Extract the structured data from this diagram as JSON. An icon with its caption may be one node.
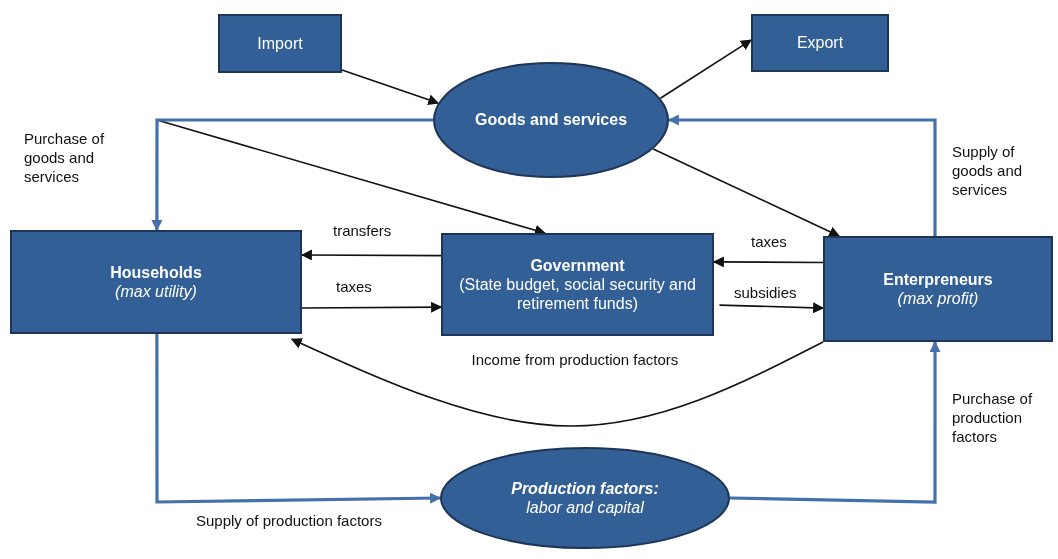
{
  "diagram": {
    "nodes": [
      {
        "text": [
          "Import"
        ]
      },
      {
        "text": [
          "Export"
        ]
      },
      {
        "text": [
          "Goods and services"
        ]
      },
      {
        "text": [
          "Households",
          "(max utility)"
        ]
      },
      {
        "text": [
          "Government",
          "(State budget, social security and retirement funds)"
        ]
      },
      {
        "text": [
          "Enterpreneurs",
          "(max profit)"
        ]
      },
      {
        "text": [
          "Production factors:",
          "labor and capital"
        ]
      }
    ],
    "edges": [
      {
        "from": 0,
        "to": 2,
        "arrow": "to"
      },
      {
        "from": 2,
        "to": 1,
        "arrow": "to"
      },
      {
        "from": 2,
        "to": 3,
        "arrow": "to",
        "label": "Purchase of goods and services",
        "style": "thick",
        "color": "#4470ac"
      },
      {
        "from": 2,
        "to": 4,
        "arrow": "to"
      },
      {
        "from": 2,
        "to": 5,
        "arrow": "to"
      },
      {
        "from": 5,
        "to": 2,
        "arrow": "to",
        "label": "Supply of goods and services",
        "style": "thick",
        "color": "#4470ac"
      },
      {
        "from": 4,
        "to": 3,
        "arrow": "to",
        "label": "transfers"
      },
      {
        "from": 3,
        "to": 4,
        "arrow": "to",
        "label": "taxes"
      },
      {
        "from": 5,
        "to": 4,
        "arrow": "to",
        "label": "taxes"
      },
      {
        "from": 4,
        "to": 5,
        "arrow": "to",
        "label": "subsidies"
      },
      {
        "from": 5,
        "to": 3,
        "arrow": "to",
        "label": "Income from production factors"
      },
      {
        "from": 3,
        "to": 6,
        "arrow": "to",
        "label": "Supply of production factors",
        "style": "thick",
        "color": "#4470ac"
      },
      {
        "from": 6,
        "to": 5,
        "arrow": "to",
        "label": "Purchase of production factors",
        "style": "thick",
        "color": "#4470ac"
      }
    ]
  }
}
